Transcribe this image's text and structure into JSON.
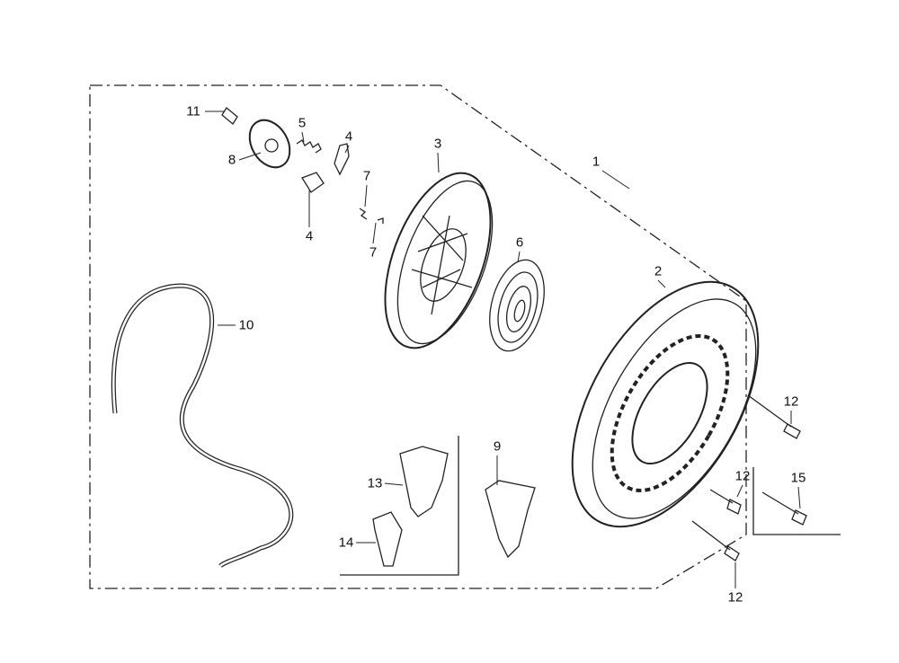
{
  "diagram": {
    "title": "Recoil starter exploded view",
    "callouts": [
      {
        "id": "c11",
        "text": "11",
        "part": "flange-bolt"
      },
      {
        "id": "c8",
        "text": "8",
        "part": "ratchet-guide"
      },
      {
        "id": "c5",
        "text": "5",
        "part": "friction-spring"
      },
      {
        "id": "c4a",
        "text": "4",
        "part": "ratchet"
      },
      {
        "id": "c4b",
        "text": "4",
        "part": "ratchet"
      },
      {
        "id": "c7a",
        "text": "7",
        "part": "return-spring"
      },
      {
        "id": "c7b",
        "text": "7",
        "part": "return-spring"
      },
      {
        "id": "c3",
        "text": "3",
        "part": "reel"
      },
      {
        "id": "c1",
        "text": "1",
        "part": "recoil-starter-assembly"
      },
      {
        "id": "c6",
        "text": "6",
        "part": "recoil-spring"
      },
      {
        "id": "c2",
        "text": "2",
        "part": "starter-case"
      },
      {
        "id": "c10",
        "text": "10",
        "part": "starter-rope"
      },
      {
        "id": "c12a",
        "text": "12",
        "part": "flange-bolt"
      },
      {
        "id": "c12b",
        "text": "12",
        "part": "flange-bolt"
      },
      {
        "id": "c15",
        "text": "15",
        "part": "flange-bolt"
      },
      {
        "id": "c12c",
        "text": "12",
        "part": "flange-bolt"
      },
      {
        "id": "c13",
        "text": "13",
        "part": "starter-grip"
      },
      {
        "id": "c14",
        "text": "14",
        "part": "starter-grip"
      },
      {
        "id": "c9",
        "text": "9",
        "part": "starter-grip"
      }
    ]
  }
}
